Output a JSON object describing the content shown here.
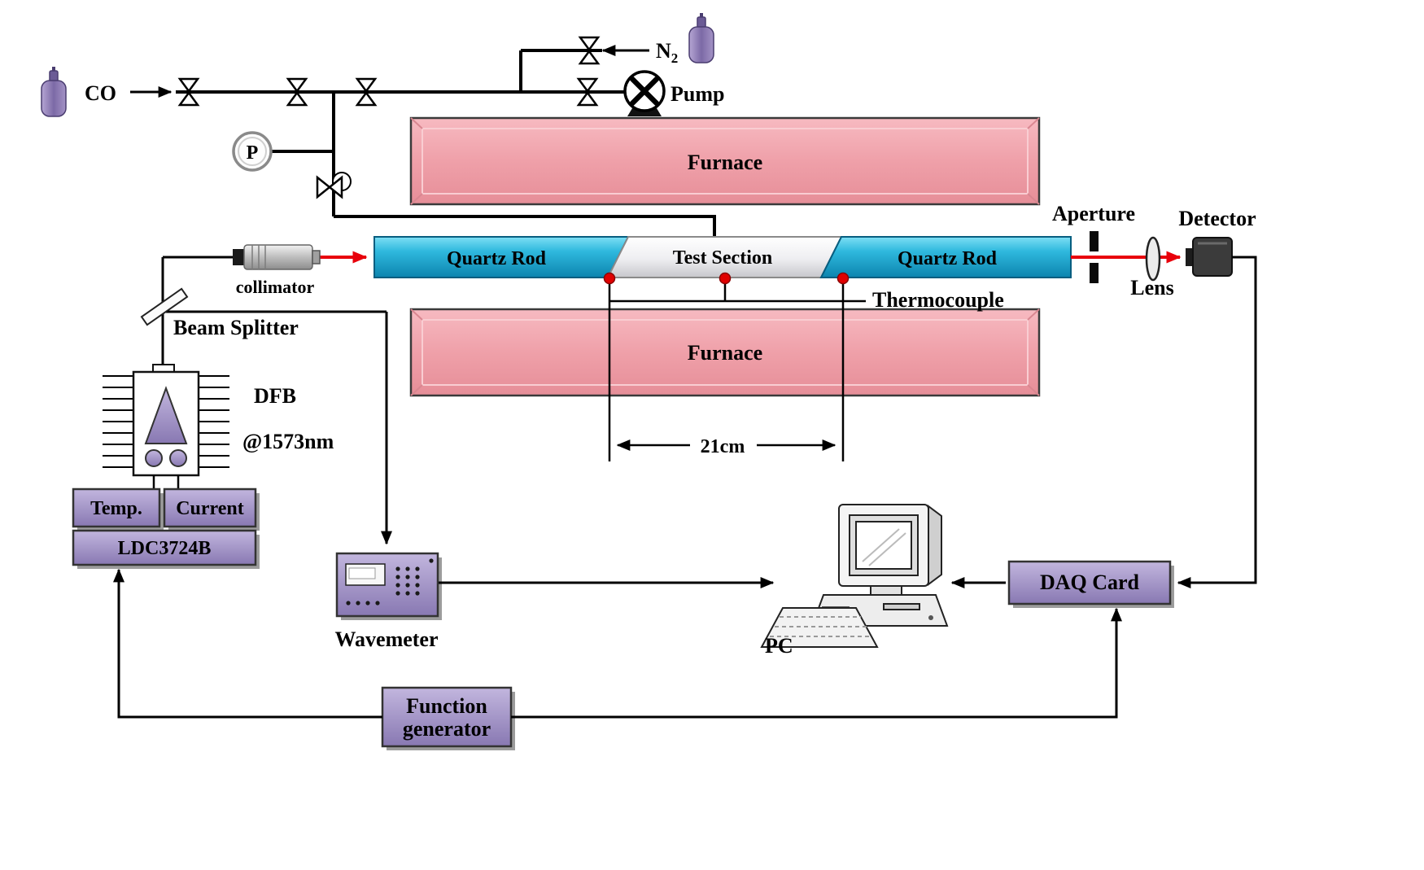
{
  "figure": {
    "type": "experimental-setup-diagram",
    "labels": {
      "co": "CO",
      "n2_main": "N",
      "n2_sub": "2",
      "pump": "Pump",
      "pressure_gauge": "P",
      "furnace_top": "Furnace",
      "furnace_bottom": "Furnace",
      "quartz_rod_left": "Quartz Rod",
      "test_section": "Test Section",
      "quartz_rod_right": "Quartz Rod",
      "aperture": "Aperture",
      "lens": "Lens",
      "detector": "Detector",
      "thermocouple": "Thermocouple",
      "collimator": "collimator",
      "beam_splitter": "Beam Splitter",
      "laser_name": "DFB",
      "laser_wavelength": "@1573nm",
      "temp": "Temp.",
      "current": "Current",
      "laser_controller": "LDC3724B",
      "wavemeter": "Wavemeter",
      "pc": "PC",
      "daq_card": "DAQ Card",
      "function_generator_line1": "Function",
      "function_generator_line2": "generator",
      "test_section_length": "21cm"
    },
    "colors": {
      "furnace_pink": "#efa0a9",
      "quartz_cyan": "#1ba4cc",
      "device_purple": "#9c8cc0",
      "laser_beam_red": "#e8000b",
      "thermocouple_dot_red": "#e00000",
      "line_black": "#000000"
    }
  }
}
